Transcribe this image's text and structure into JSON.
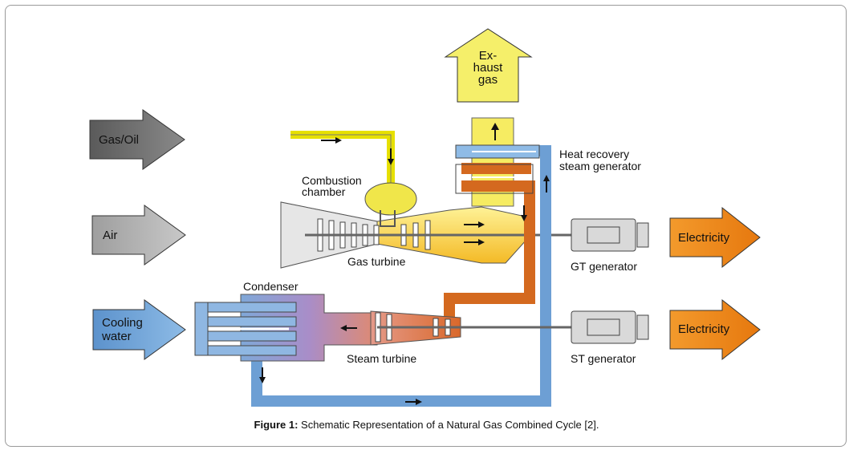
{
  "inputs": {
    "gas_oil": "Gas/Oil",
    "air": "Air",
    "cooling_water_line1": "Cooling",
    "cooling_water_line2": "water"
  },
  "exhaust": {
    "line1": "Ex-",
    "line2": "haust",
    "line3": "gas"
  },
  "components": {
    "combustion_chamber_line1": "Combustion",
    "combustion_chamber_line2": "chamber",
    "gas_turbine": "Gas turbine",
    "hrsg_line1": "Heat recovery",
    "hrsg_line2": "steam generator",
    "condenser": "Condenser",
    "steam_turbine": "Steam turbine",
    "gt_generator": "GT generator",
    "st_generator": "ST generator"
  },
  "outputs": {
    "electricity_gt": "Electricity",
    "electricity_st": "Electricity"
  },
  "caption": {
    "label": "Figure 1:",
    "text": " Schematic Representation of a Natural Gas Combined Cycle [2]."
  },
  "colors": {
    "gas_gray": "#6f6f6f",
    "air_gray": "#b4b4b4",
    "cooling_blue": "#6fa3d8",
    "exhaust_yellow": "#f7f06a",
    "electricity_orange": "#f08a1c",
    "hrsg_blue": "#8db7e3",
    "steam_orange": "#d46a22"
  }
}
